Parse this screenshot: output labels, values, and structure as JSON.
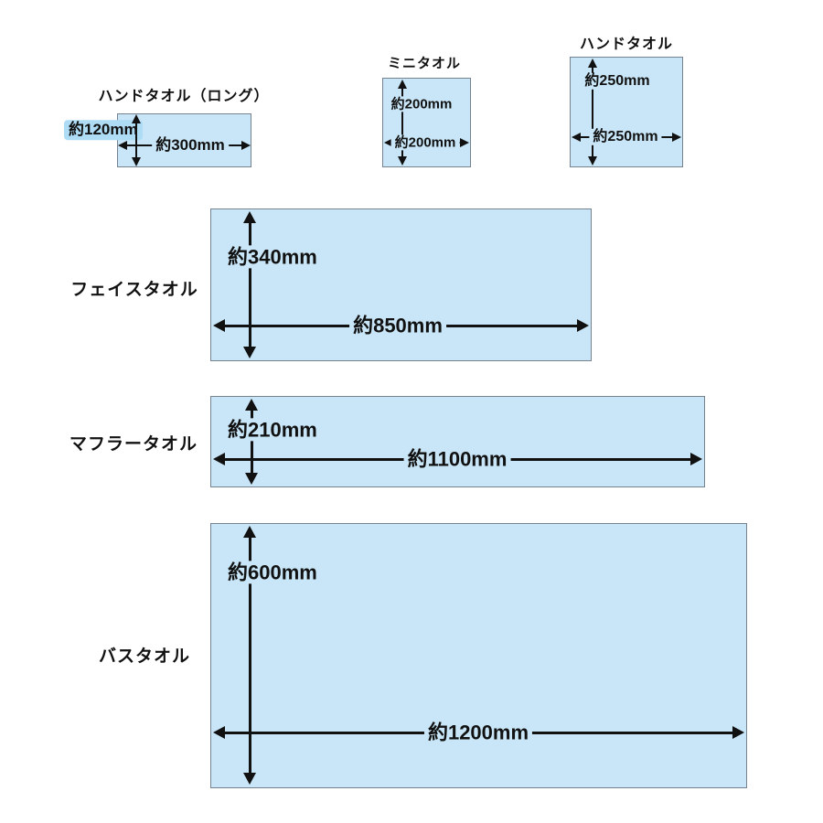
{
  "colors": {
    "towel_fill": "#c8e6f7",
    "towel_border": "#76828f",
    "arrow": "#111111",
    "label_highlight": "#aedcf5",
    "background": "#ffffff"
  },
  "towels": [
    {
      "name": "ハンドタオル（ロング）",
      "height_label": "約120mm",
      "width_label": "約300mm"
    },
    {
      "name": "ミニタオル",
      "height_label": "約200mm",
      "width_label": "約200mm"
    },
    {
      "name": "ハンドタオル",
      "height_label": "約250mm",
      "width_label": "約250mm"
    },
    {
      "name": "フェイスタオル",
      "height_label": "約340mm",
      "width_label": "約850mm"
    },
    {
      "name": "マフラータオル",
      "height_label": "約210mm",
      "width_label": "約1100mm"
    },
    {
      "name": "バスタオル",
      "height_label": "約600mm",
      "width_label": "約1200mm"
    }
  ]
}
